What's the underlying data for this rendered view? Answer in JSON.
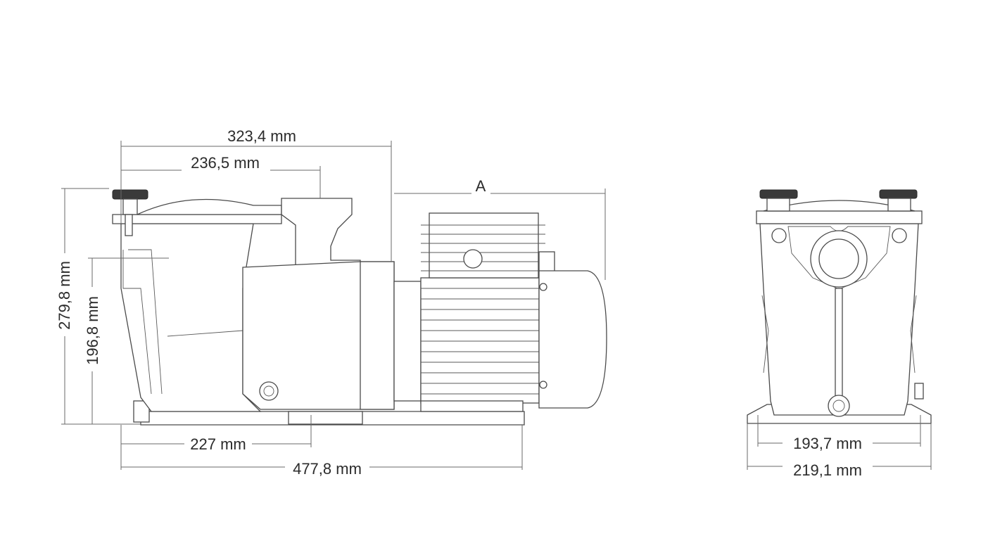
{
  "colors": {
    "background": "#ffffff",
    "line": "#4a4a4a",
    "dimension_line": "#6a6a6a",
    "text": "#2b2b2b",
    "knob": "#3a3a3a"
  },
  "views": {
    "side": {
      "dims": {
        "total_height": "279,8 mm",
        "outlet_height": "196,8 mm",
        "top_width": "323,4 mm",
        "lid_width": "236,5 mm",
        "motor_length": "A",
        "foot_offset": "227 mm",
        "total_length": "477,8 mm"
      }
    },
    "front": {
      "dims": {
        "foot_inner_width": "193,7 mm",
        "foot_outer_width": "219,1 mm"
      }
    }
  }
}
